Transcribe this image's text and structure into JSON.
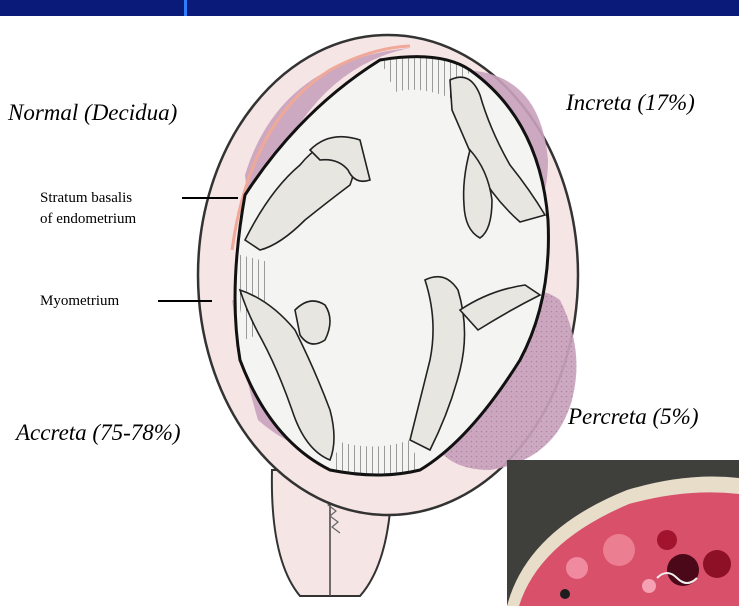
{
  "labels": {
    "normal": "Normal (Decidua)",
    "increta": "Increta (17%)",
    "stratum_line1": "Stratum basalis",
    "stratum_line2": "of endometrium",
    "myometrium": "Myometrium",
    "accreta": "Accreta (75-78%)",
    "percreta": "Percreta (5%)"
  },
  "colors": {
    "header_bar": "#0a1a78",
    "uterine_wall": "#f6e5e5",
    "invasion_tint": "#c9a2bd",
    "decidua_line": "#f0a898",
    "cavity": "#f4f4f2",
    "photo_tissue": "#d8506a"
  },
  "icons": {
    "inset_photo": "pathology-specimen-photo"
  }
}
